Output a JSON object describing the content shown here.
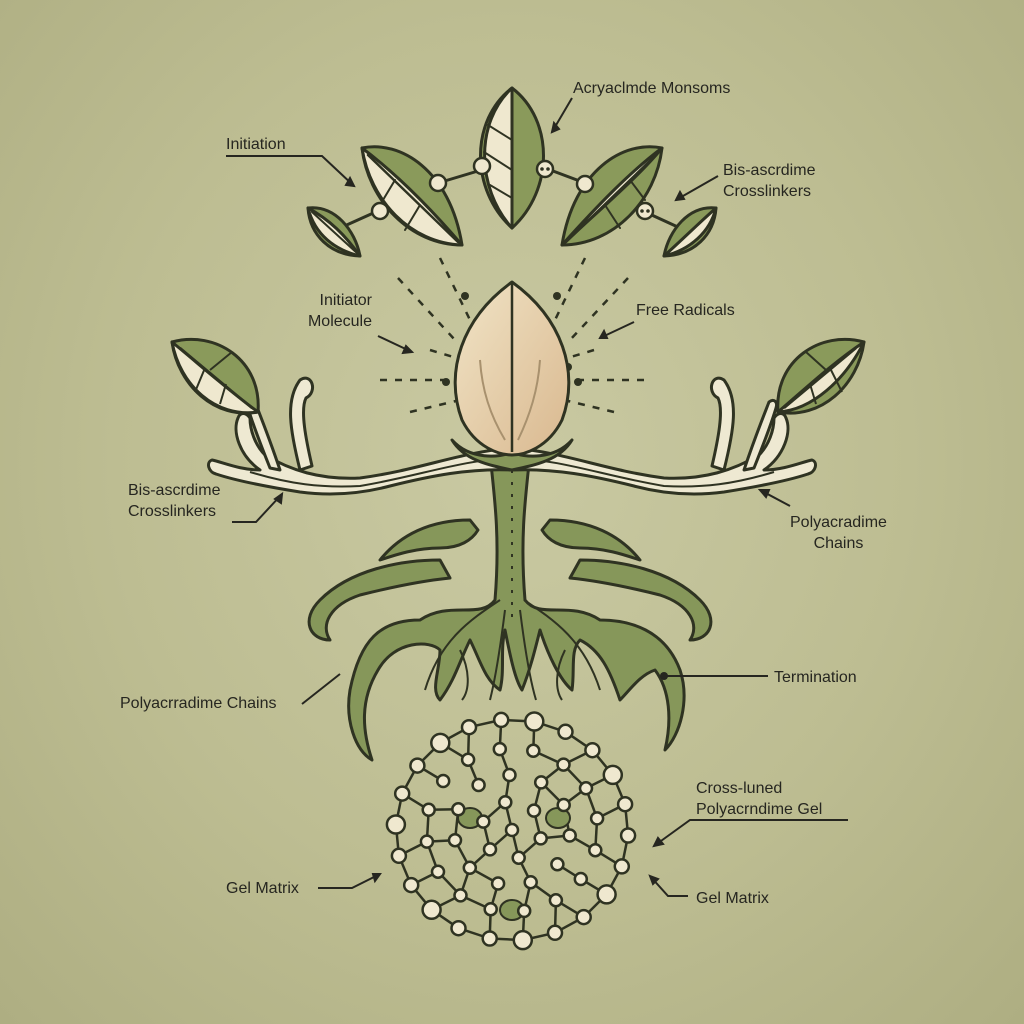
{
  "labels": {
    "acrylamide_monomers": "Acryaclmde Monsoms",
    "initiation": "Initiation",
    "bis_crosslinkers_top": [
      "Bis-ascrdime",
      "Crosslinkers"
    ],
    "initiator_molecule": [
      "Initiator",
      "Molecule"
    ],
    "free_radicals": "Free Radicals",
    "bis_crosslinkers_left": [
      "Bis-ascrdime",
      "Crosslinkers"
    ],
    "polyacrylamide_chains_right": [
      "Polyacradime",
      "Chains"
    ],
    "termination": "Termination",
    "polyacrylamide_chains_left": "Polyacrradime Chains",
    "crosslinked_gel": [
      "Cross-luned",
      "Polyacrndime Gel"
    ],
    "gel_matrix_left": "Gel Matrix",
    "gel_matrix_right": "Gel Matrix"
  },
  "colors": {
    "background": "#bdbd92",
    "leaf_green": "#8a9a5b",
    "leaf_cream": "#efe8cf",
    "seed_tan": "#e3c9a4",
    "stem_cream": "#eee9d2",
    "root_green": "#86975a",
    "outline": "#2f3322"
  }
}
